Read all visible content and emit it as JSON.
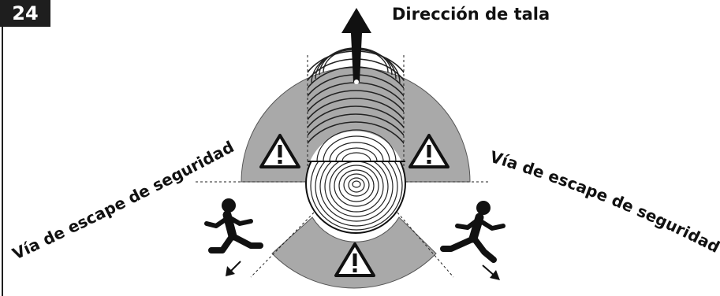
{
  "figure_number": "24",
  "felling_direction_label": "Dirección de tala",
  "escape_route_left_label": "Vía de escape de seguridad",
  "escape_route_right_label": "Vía de escape de seguridad",
  "hazard_zones": [
    {
      "name": "left-hazard-zone",
      "symbol": "!"
    },
    {
      "name": "right-hazard-zone",
      "symbol": "!"
    },
    {
      "name": "rear-hazard-zone",
      "symbol": "!"
    }
  ],
  "colors": {
    "hazard_fill": "#a9a9a9",
    "ink": "#111111",
    "badge": "#1e1e1e"
  }
}
